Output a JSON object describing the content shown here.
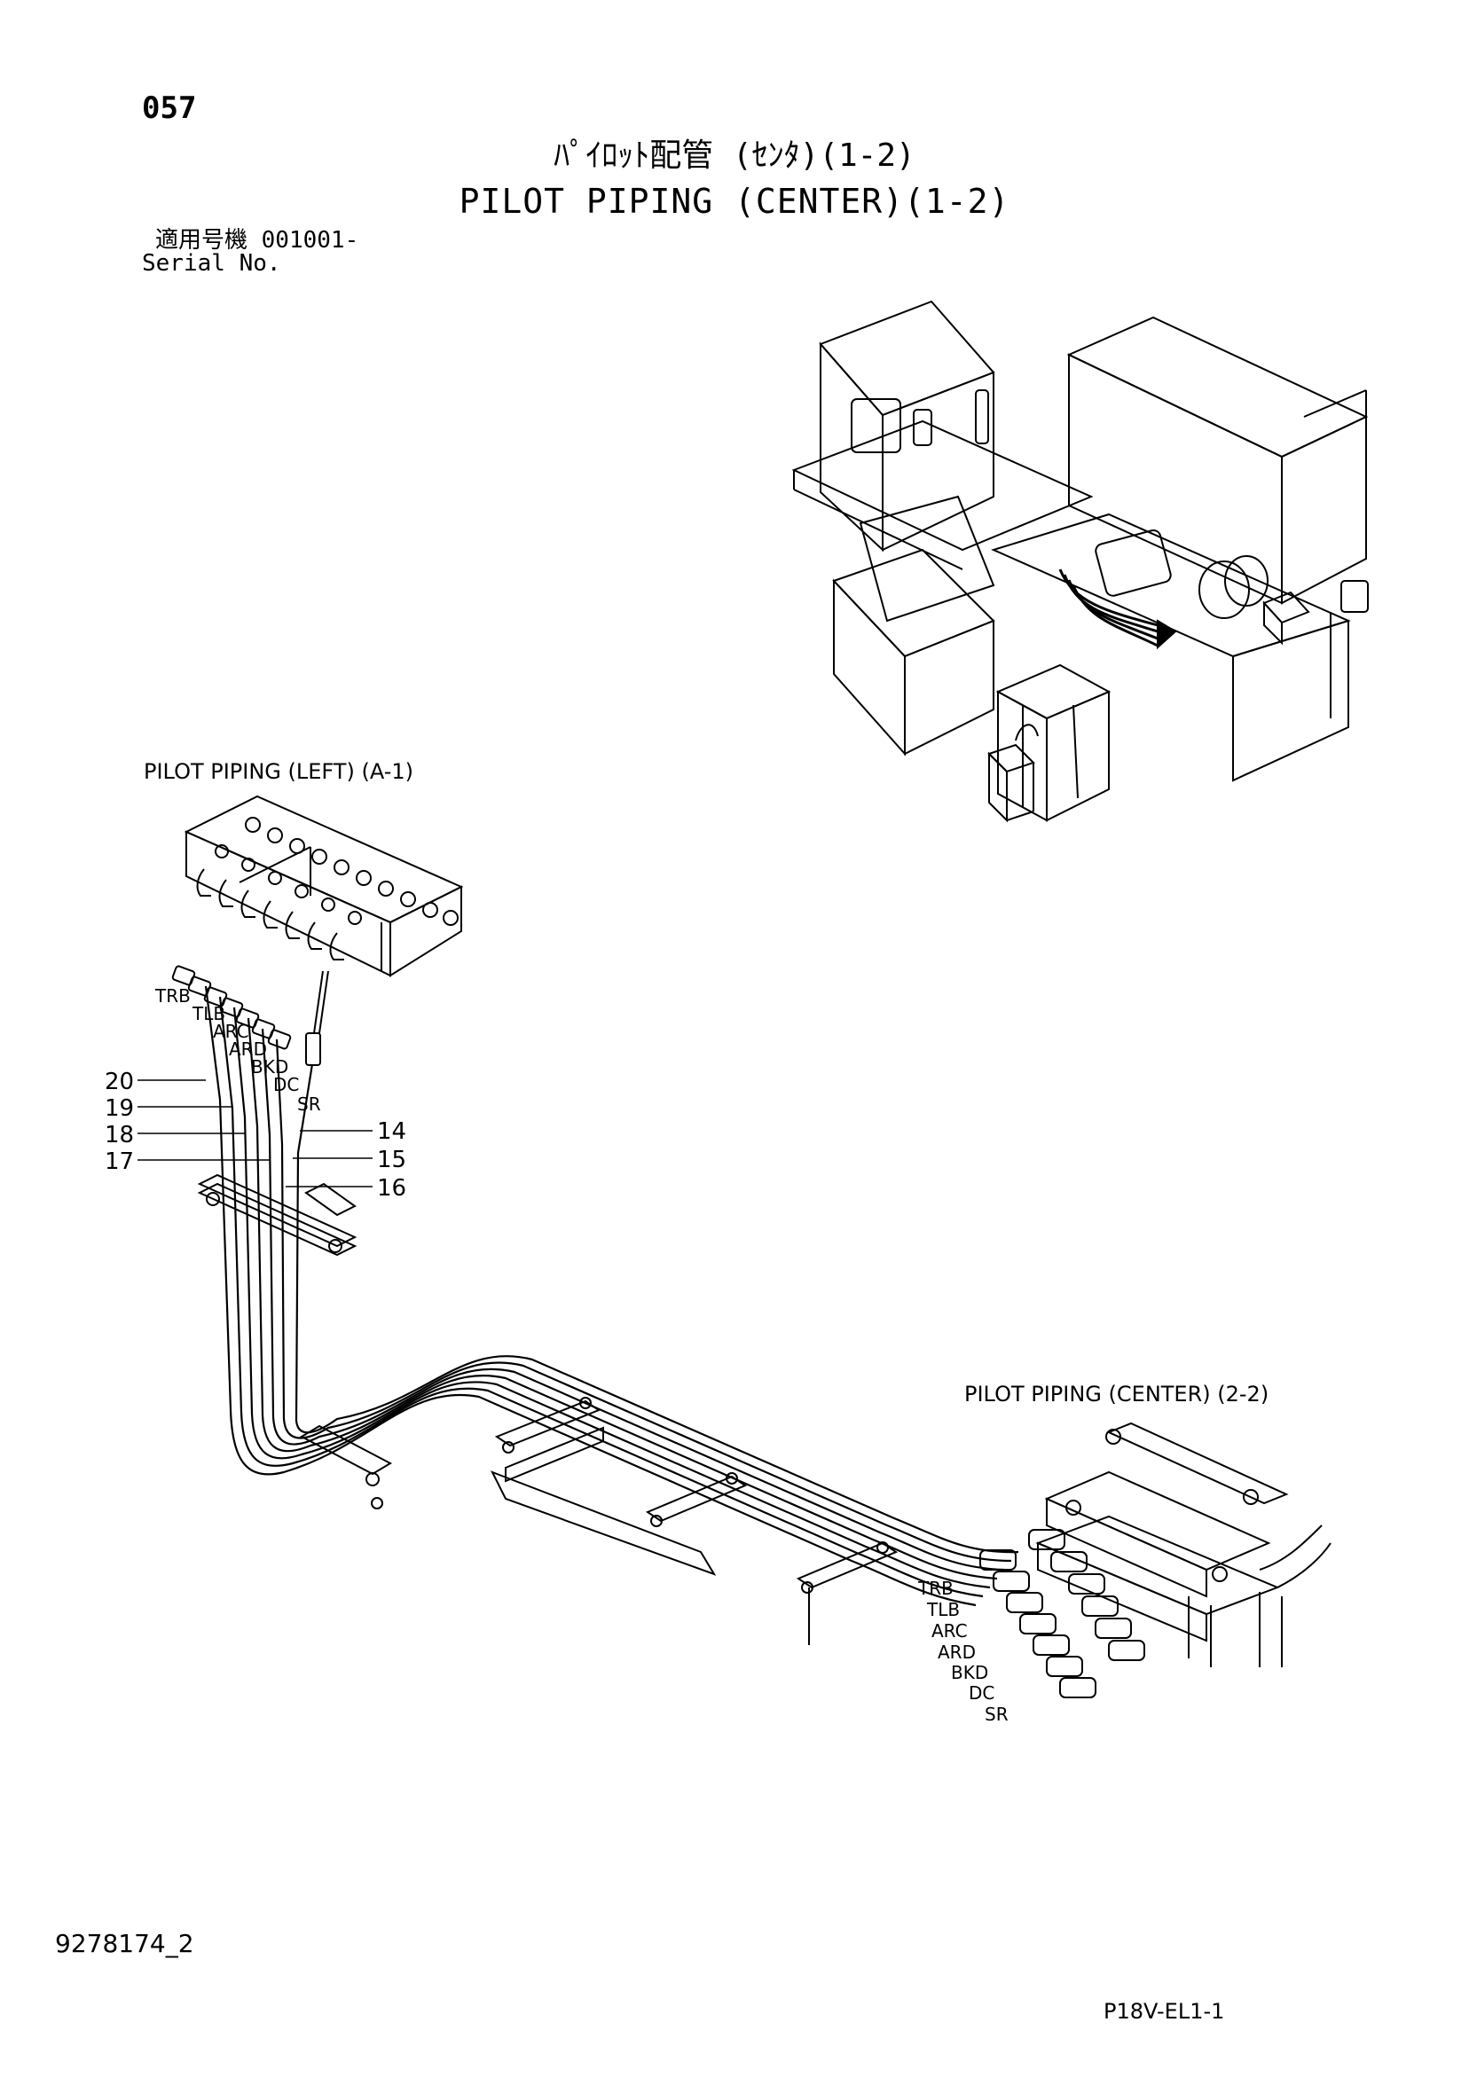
{
  "header": {
    "page_number": "057",
    "title_jp": "ﾊﾟｲﾛｯﾄ配管 (ｾﾝﾀ)(1-2)",
    "title_en": "PILOT PIPING (CENTER)(1-2)",
    "serial_jp": "適用号機 001001-",
    "serial_en": "Serial No."
  },
  "views": {
    "left_ref": "PILOT PIPING (LEFT) (A-1)",
    "center_ref": "PILOT PIPING (CENTER) (2-2)"
  },
  "pipe_labels_left": [
    "TRB",
    "TLB",
    "ARC",
    "ARD",
    "BKD",
    "DC",
    "SR"
  ],
  "pipe_labels_right": [
    "TRB",
    "TLB",
    "ARC",
    "ARD",
    "BKD",
    "DC",
    "SR"
  ],
  "callouts_left": [
    "20",
    "19",
    "18",
    "17"
  ],
  "callouts_right": [
    "14",
    "15",
    "16"
  ],
  "footer": {
    "doc_number": "9278174_2",
    "drawing_code": "P18V-EL1-1"
  }
}
